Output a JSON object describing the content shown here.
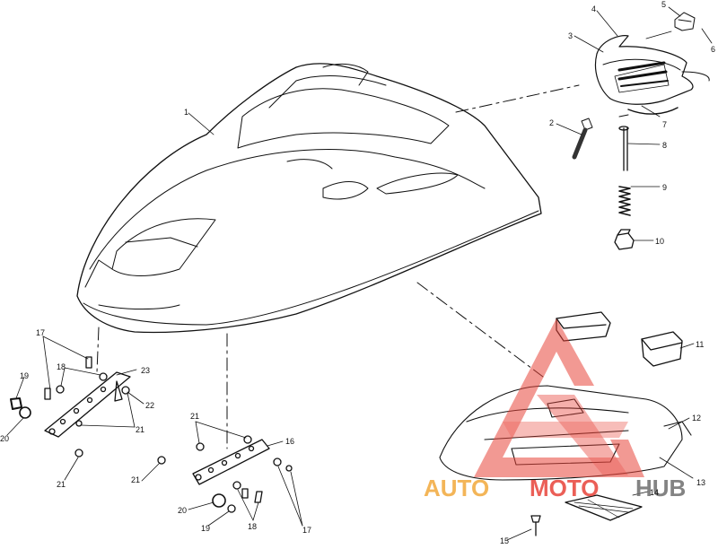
{
  "diagram": {
    "callouts": {
      "c1": "1",
      "c2": "2",
      "c3": "3",
      "c4": "4",
      "c5": "5",
      "c6": "6",
      "c7": "7",
      "c8": "8",
      "c9": "9",
      "c10": "10",
      "c11": "11",
      "c12": "12",
      "c13": "13",
      "c14": "14",
      "c15": "15",
      "c16": "16",
      "c17a": "17",
      "c17b": "17",
      "c18a": "18",
      "c18b": "18",
      "c19a": "19",
      "c19b": "19",
      "c20a": "20",
      "c20b": "20",
      "c21a": "21",
      "c21b": "21",
      "c21c": "21",
      "c21d": "21",
      "c22": "22",
      "c23": "23"
    }
  },
  "watermark": {
    "part1": "AUTO",
    "part2": "MOTO",
    "part3": "HUB",
    "colors": {
      "red": "#e8443a",
      "orange": "#f2a93b",
      "gray": "#6e6e6e"
    }
  }
}
